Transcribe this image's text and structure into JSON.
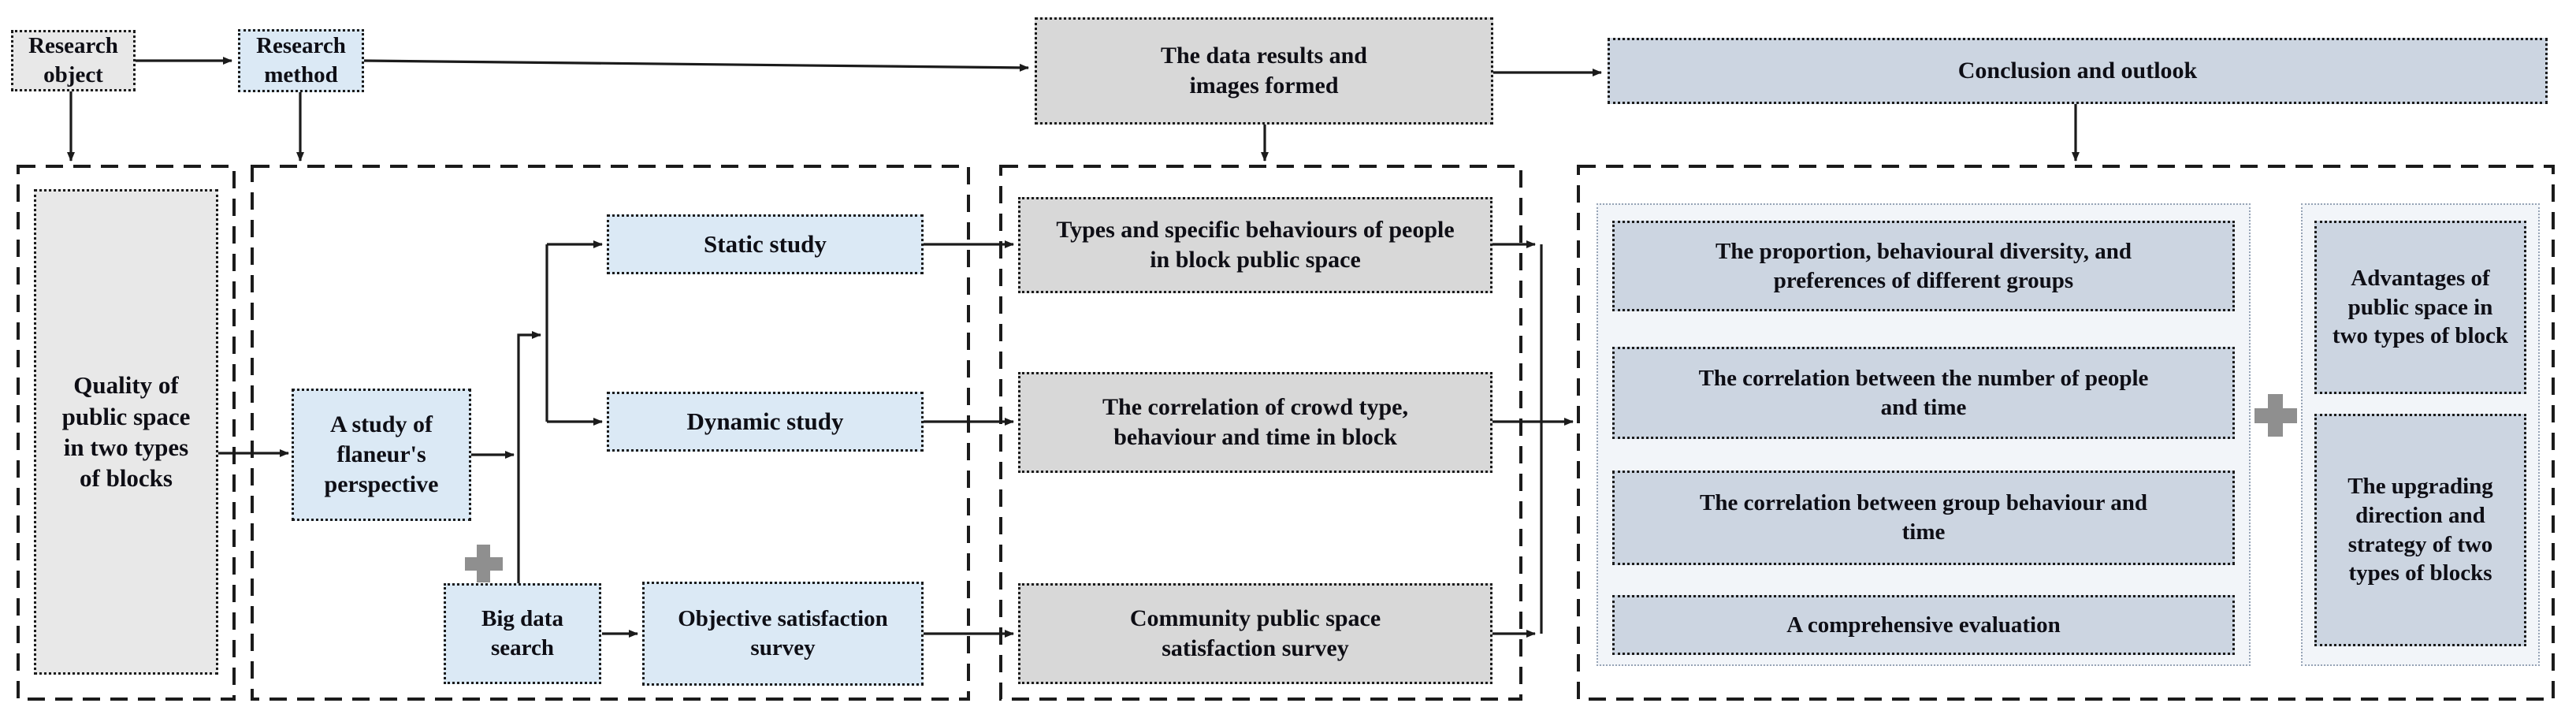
{
  "top_row": {
    "research_object": "Research object",
    "research_method": "Research method",
    "data_results": "The data results and images formed",
    "conclusion": "Conclusion and outlook"
  },
  "panel_object": {
    "quality": "Quality of public space in two types of blocks"
  },
  "panel_method": {
    "flaneur": "A study of flaneur's perspective",
    "plus": "+",
    "big_data": "Big data search",
    "static_study": "Static study",
    "dynamic_study": "Dynamic study",
    "objective_survey": "Objective satisfaction survey"
  },
  "panel_results": {
    "types_behaviours": "Types and specific behaviours of people in block public space",
    "correlation_crowd": "The correlation of crowd type, behaviour and time in block",
    "community_survey": "Community public space satisfaction survey"
  },
  "panel_conclusion": {
    "proportion": "The proportion, behavioural diversity, and preferences of different groups",
    "correlation_number": "The correlation between the number of people and time",
    "correlation_group": "The correlation between group behaviour and time",
    "comprehensive": "A comprehensive evaluation",
    "plus": "+",
    "advantages": "Advantages of public space in two types of block",
    "upgrading": "The upgrading direction and strategy of two types of blocks"
  },
  "colors": {
    "box_blue": "#dbe9f5",
    "box_gray_light": "#e8e8e8",
    "box_gray_dark": "#d8d8d8",
    "box_slate_blue": "#ccd5e1",
    "inner_container_bg": "#f2f5f9",
    "plus_icon_gray": "#8f8f8f",
    "line_black": "#1b1b1b"
  }
}
